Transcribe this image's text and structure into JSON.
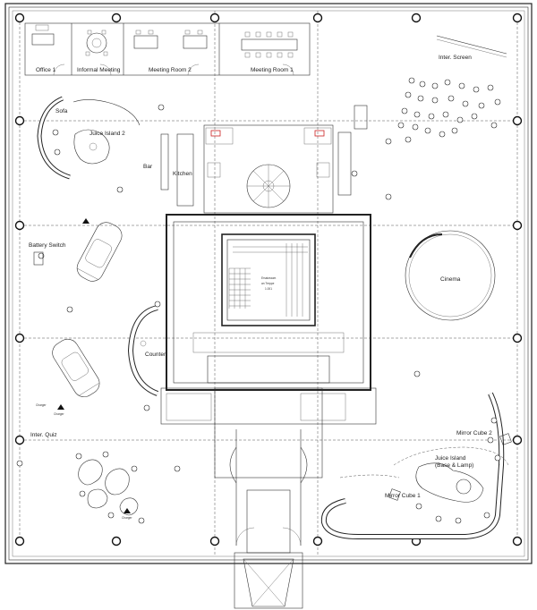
{
  "rooms": {
    "office_1": "Office 1",
    "informal_meeting": "Informal Meeting",
    "meeting_room_2": "Meeting Room 2",
    "meeting_room_1": "Meeting Room 1"
  },
  "areas": {
    "inter_screen": "Inter. Screen",
    "sofa": "Sofa",
    "juice_island_2": "Juice Island 2",
    "bar": "Bar",
    "kitchen": "Kitchen",
    "battery_switch": "Battery Switch",
    "counter": "Counter",
    "cinema": "Cinema",
    "inter_quiz": "Inter. Quiz",
    "mirror_cube_2": "Mirror Cube 2",
    "juice_island_base_lamp_line1": "Juice Island",
    "juice_island_base_lamp_line2": "(Base & Lamp)",
    "mirror_cube_1": "Mirror Cube 1"
  },
  "small_text": {
    "charger_1": "Charger",
    "charger_2": "Charger",
    "charger_3": "Charger"
  },
  "colors": {
    "line": "#222222",
    "accent_red": "#cc2222",
    "background": "#ffffff"
  }
}
